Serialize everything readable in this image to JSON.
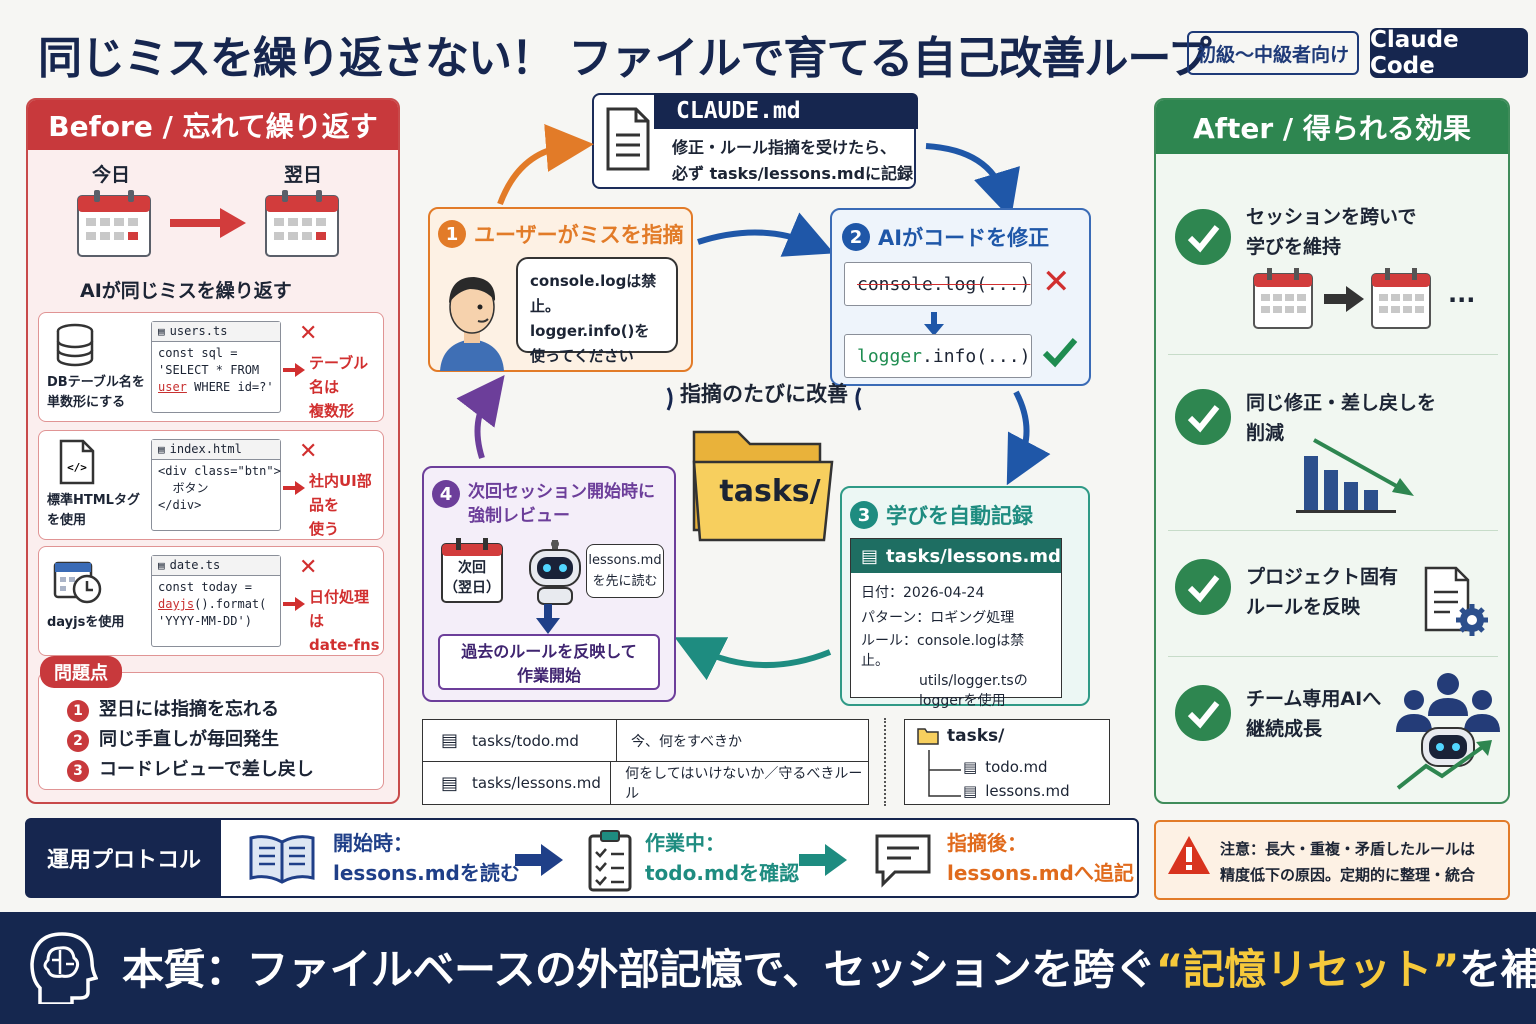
{
  "header": {
    "title": "同じミスを繰り返さない！ ファイルで育てる自己改善ループ",
    "badge_level": "初級〜中級者向け",
    "badge_tool": "Claude Code"
  },
  "before": {
    "heading": "Before / 忘れて繰り返す",
    "today_label": "今日",
    "nextday_label": "翌日",
    "caption": "AIが同じミスを繰り返す",
    "examples": [
      {
        "label1": "DBテーブル名を",
        "label2": "単数形にする",
        "file": "users.ts",
        "code1": "const sql =",
        "code2": "'SELECT * FROM",
        "code3_bad": "user",
        "code3_rest": " WHERE id=?'",
        "result1": "テーブル名は",
        "result2": "複数形"
      },
      {
        "label1": "標準HTMLタグ",
        "label2": "を使用",
        "file": "index.html",
        "code1": "<div class=\"btn\">",
        "code2": "  ボタン",
        "code3": "</div>",
        "result1": "社内UI部品を",
        "result2": "使う"
      },
      {
        "label1": "dayjsを使用",
        "file": "date.ts",
        "code1": "const today =",
        "code2_bad": "dayjs",
        "code2_rest": "().format(",
        "code3": "'YYYY-MM-DD')",
        "result1": "日付処理は",
        "result2": "date-fns"
      }
    ],
    "problems_heading": "問題点",
    "problems": [
      "翌日には指摘を忘れる",
      "同じ手直しが毎回発生",
      "コードレビューで差し戻し"
    ]
  },
  "loop": {
    "claude_md": {
      "title": "CLAUDE.md",
      "line1": "修正・ルール指摘を受けたら、",
      "line2": "必ず tasks/lessons.mdに記録"
    },
    "step1": {
      "num": "1",
      "title": "ユーザーがミスを指摘",
      "bubble1": "console.logは禁止。",
      "bubble2": "logger.info()を",
      "bubble3": "使ってください"
    },
    "step2": {
      "num": "2",
      "title": "AIがコードを修正",
      "bad_code": "console.log(...)",
      "good_code_a": "logger",
      "good_code_b": ".info(...)"
    },
    "step3": {
      "num": "3",
      "title": "学びを自動記録",
      "file": "tasks/lessons.md",
      "date_line": "日付：2026-04-24",
      "pattern_line": "パターン：ロギング処理",
      "rule_line1": "ルール：console.logは禁止。",
      "rule_line2": "utils/logger.tsの",
      "rule_line3": "loggerを使用"
    },
    "step4": {
      "num": "4",
      "title1": "次回セッション開始時に",
      "title2": "強制レビュー",
      "cal1": "次回",
      "cal2": "（翌日）",
      "bubble1": "lessons.md",
      "bubble2": "を先に読む",
      "result1": "過去のルールを反映して",
      "result2": "作業開始"
    },
    "caption": "指摘のたびに改善",
    "folder": "tasks/"
  },
  "files": {
    "rows": [
      {
        "file": "tasks/todo.md",
        "desc": "今、何をすべきか"
      },
      {
        "file": "tasks/lessons.md",
        "desc": "何をしてはいけないか／守るべきルール"
      }
    ],
    "tree_root": "tasks/",
    "tree_items": [
      "todo.md",
      "lessons.md"
    ]
  },
  "after": {
    "heading": "After / 得られる効果",
    "effects": [
      {
        "line1": "セッションを跨いで",
        "line2": "学びを維持"
      },
      {
        "line1": "同じ修正・差し戻しを",
        "line2": "削減"
      },
      {
        "line1": "プロジェクト固有",
        "line2": "ルールを反映"
      },
      {
        "line1": "チーム専用AIへ",
        "line2": "継続成長"
      }
    ],
    "ellipsis": "..."
  },
  "protocol": {
    "heading": "運用プロトコル",
    "steps": [
      {
        "title": "開始時：",
        "action": "lessons.mdを読む"
      },
      {
        "title": "作業中：",
        "action": "todo.mdを確認"
      },
      {
        "title": "指摘後：",
        "action": "lessons.mdへ追記"
      }
    ]
  },
  "warning": {
    "line1": "注意：長大・重複・矛盾したルールは",
    "line2": "精度低下の原因。定期的に整理・統合"
  },
  "footer": {
    "prefix": "本質：ファイルベースの外部記憶で、セッションを跨ぐ",
    "highlight": "“記憶リセット”",
    "suffix": "を補う"
  },
  "colors": {
    "navy": "#16264f",
    "red": "#c8393c",
    "orange": "#e27b28",
    "blue": "#3a6bb6",
    "teal": "#2f9a86",
    "purple": "#6c3e9a",
    "green": "#2e8650",
    "yellow": "#f6c93b"
  }
}
